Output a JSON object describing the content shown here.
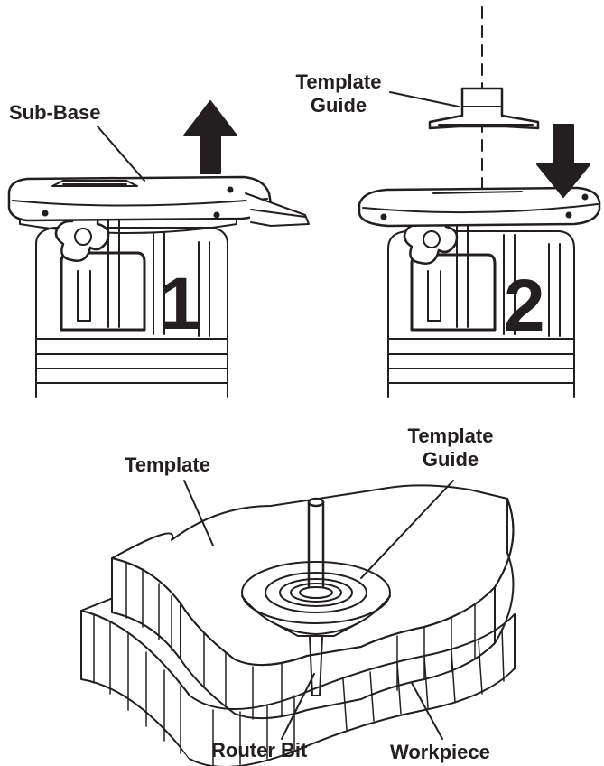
{
  "labels": {
    "sub_base": "Sub-Base",
    "template_guide_top": [
      "Template",
      "Guide"
    ],
    "template": "Template",
    "template_guide_bottom": [
      "Template",
      "Guide"
    ],
    "router_bit": "Router Bit",
    "workpiece": "Workpiece"
  },
  "steps": [
    "1",
    "2"
  ],
  "colors": {
    "ink": "#231f20",
    "background": "#ffffff"
  }
}
